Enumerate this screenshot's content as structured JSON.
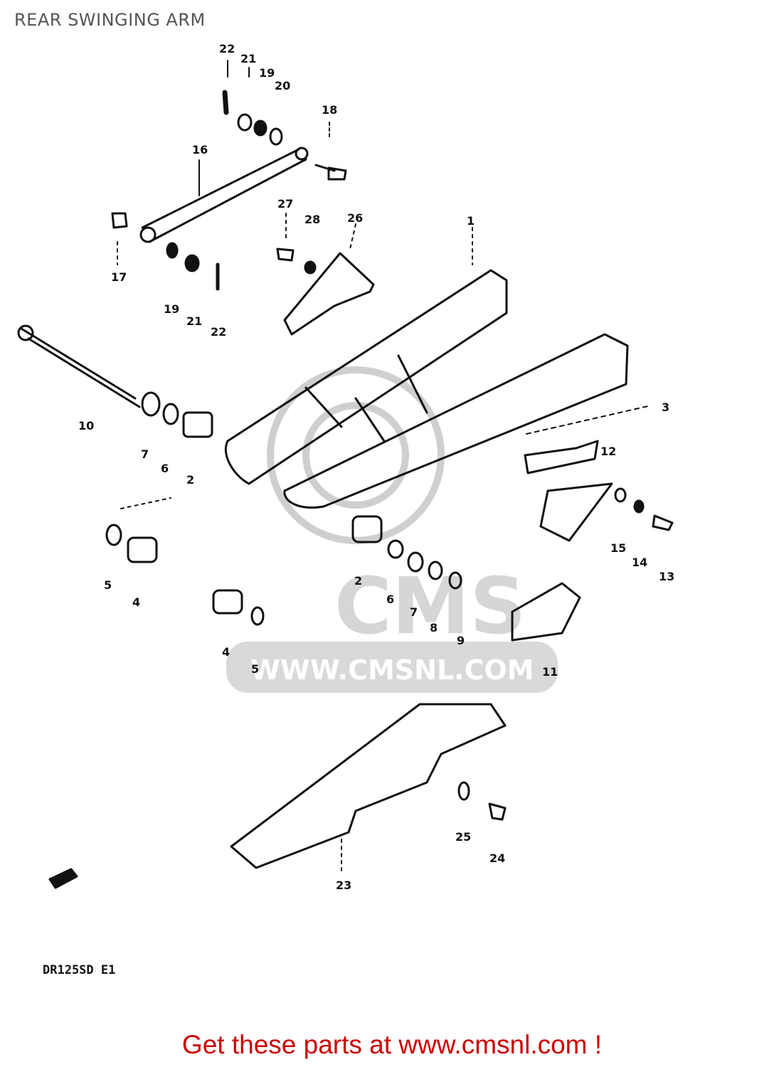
{
  "page": {
    "title": "REAR SWINGING ARM",
    "diagram_code": "DR125SD E1",
    "footer_text": "Get these parts at www.cmsnl.com !",
    "footer_color": "#cc0000",
    "watermark": {
      "logo_text": "CMS",
      "url_text": "WWW.CMSNL.COM",
      "color": "#c8c8c8"
    }
  },
  "callouts": [
    {
      "id": "c1",
      "label": "1"
    },
    {
      "id": "c2a",
      "label": "2"
    },
    {
      "id": "c2b",
      "label": "2"
    },
    {
      "id": "c3",
      "label": "3"
    },
    {
      "id": "c4a",
      "label": "4"
    },
    {
      "id": "c4b",
      "label": "4"
    },
    {
      "id": "c5a",
      "label": "5"
    },
    {
      "id": "c5b",
      "label": "5"
    },
    {
      "id": "c6a",
      "label": "6"
    },
    {
      "id": "c6b",
      "label": "6"
    },
    {
      "id": "c7a",
      "label": "7"
    },
    {
      "id": "c7b",
      "label": "7"
    },
    {
      "id": "c8",
      "label": "8"
    },
    {
      "id": "c9",
      "label": "9"
    },
    {
      "id": "c10",
      "label": "10"
    },
    {
      "id": "c11",
      "label": "11"
    },
    {
      "id": "c12",
      "label": "12"
    },
    {
      "id": "c13",
      "label": "13"
    },
    {
      "id": "c14",
      "label": "14"
    },
    {
      "id": "c15",
      "label": "15"
    },
    {
      "id": "c16",
      "label": "16"
    },
    {
      "id": "c17",
      "label": "17"
    },
    {
      "id": "c18",
      "label": "18"
    },
    {
      "id": "c19a",
      "label": "19"
    },
    {
      "id": "c19b",
      "label": "19"
    },
    {
      "id": "c20",
      "label": "20"
    },
    {
      "id": "c21a",
      "label": "21"
    },
    {
      "id": "c21b",
      "label": "21"
    },
    {
      "id": "c22a",
      "label": "22"
    },
    {
      "id": "c22b",
      "label": "22"
    },
    {
      "id": "c23",
      "label": "23"
    },
    {
      "id": "c24",
      "label": "24"
    },
    {
      "id": "c25",
      "label": "25"
    },
    {
      "id": "c26",
      "label": "26"
    },
    {
      "id": "c27",
      "label": "27"
    },
    {
      "id": "c28",
      "label": "28"
    }
  ]
}
